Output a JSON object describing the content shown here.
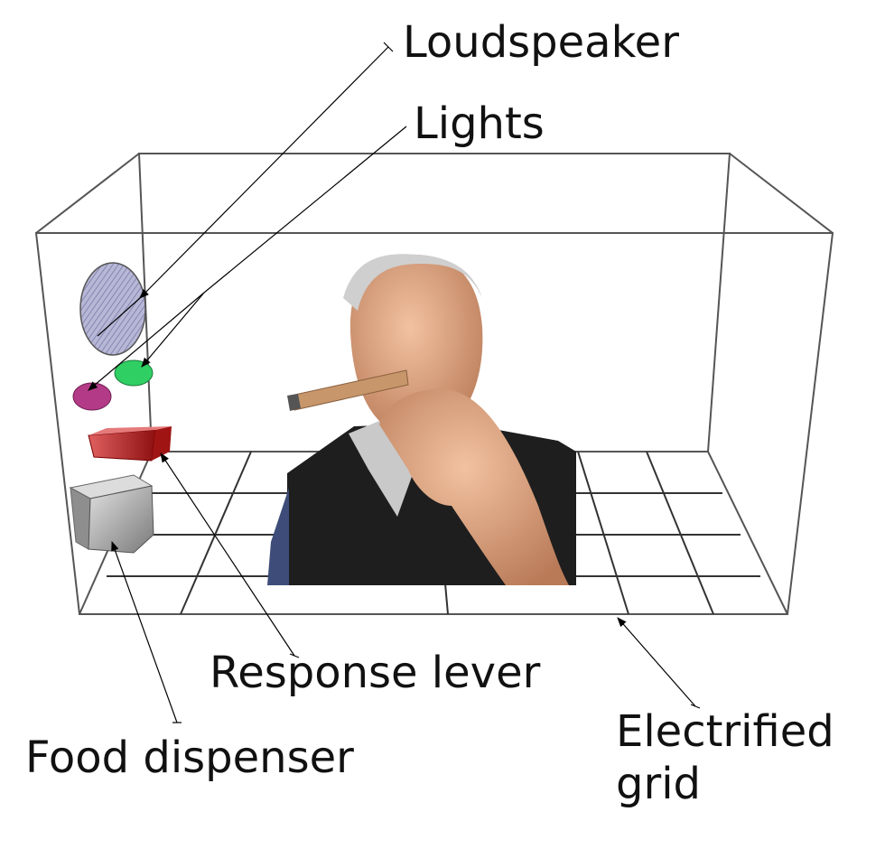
{
  "labels": {
    "loudspeaker": "Loudspeaker",
    "lights": "Lights",
    "response_lever": "Response lever",
    "food_dispenser": "Food dispenser",
    "electrified_grid_line1": "Electrified",
    "electrified_grid_line2": "grid"
  },
  "colors": {
    "box_lines": "#555555",
    "grid_lines": "#333333",
    "loudspeaker": "#a9a9cf",
    "light_green": "#2fcf63",
    "light_magenta": "#b23a86",
    "lever": "#b01818",
    "food_dispenser": "#9a9a9a",
    "vest": "#1e1e1e",
    "skin": "#e0a882",
    "cigar": "#c7966a"
  },
  "icons": {
    "person": "man-smoking-cigar-photo"
  }
}
